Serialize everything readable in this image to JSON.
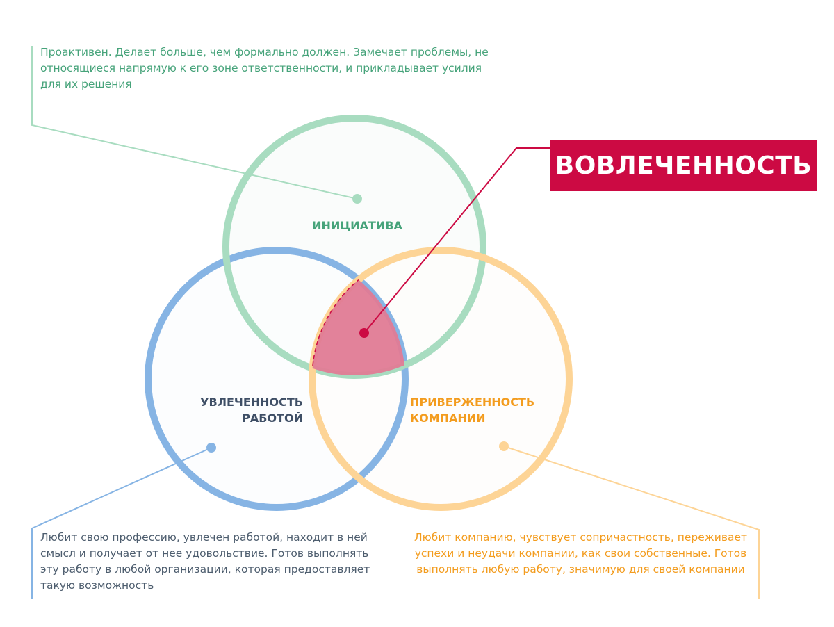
{
  "colors": {
    "initiative": "#a8dcc0",
    "initiative_text": "#46a37a",
    "passion": "#86b4e4",
    "passion_text": "#3f4f66",
    "commitment": "#fdd496",
    "commitment_text": "#f39c1e",
    "engagement": "#cc0a43",
    "engagement_fill": "#e07b95"
  },
  "circles": {
    "initiative": {
      "label": "ИНИЦИАТИВА"
    },
    "passion": {
      "label_line1": "УВЛЕЧЕННОСТЬ",
      "label_line2": "РАБОТОЙ"
    },
    "commitment": {
      "label_line1": "ПРИВЕРЖЕННОСТЬ",
      "label_line2": "КОМПАНИИ"
    }
  },
  "engagement": {
    "label": "ВОВЛЕЧЕННОСТЬ"
  },
  "descriptions": {
    "initiative": "Проактивен. Делает больше, чем формально должен. Замечает проблемы, не относящиеся напрямую к его зоне ответственности, и прикладывает усилия для их решения",
    "passion": "Любит свою профессию, увлечен работой, находит в ней смысл и получает от нее удовольствие. Готов выполнять эту работу в любой организации, которая предоставляет такую возможность",
    "commitment": "Любит компанию, чувствует сопричастность, переживает успехи и неудачи компании, как свои собственные. Готов выполнять любую работу, значимую для своей компании"
  }
}
